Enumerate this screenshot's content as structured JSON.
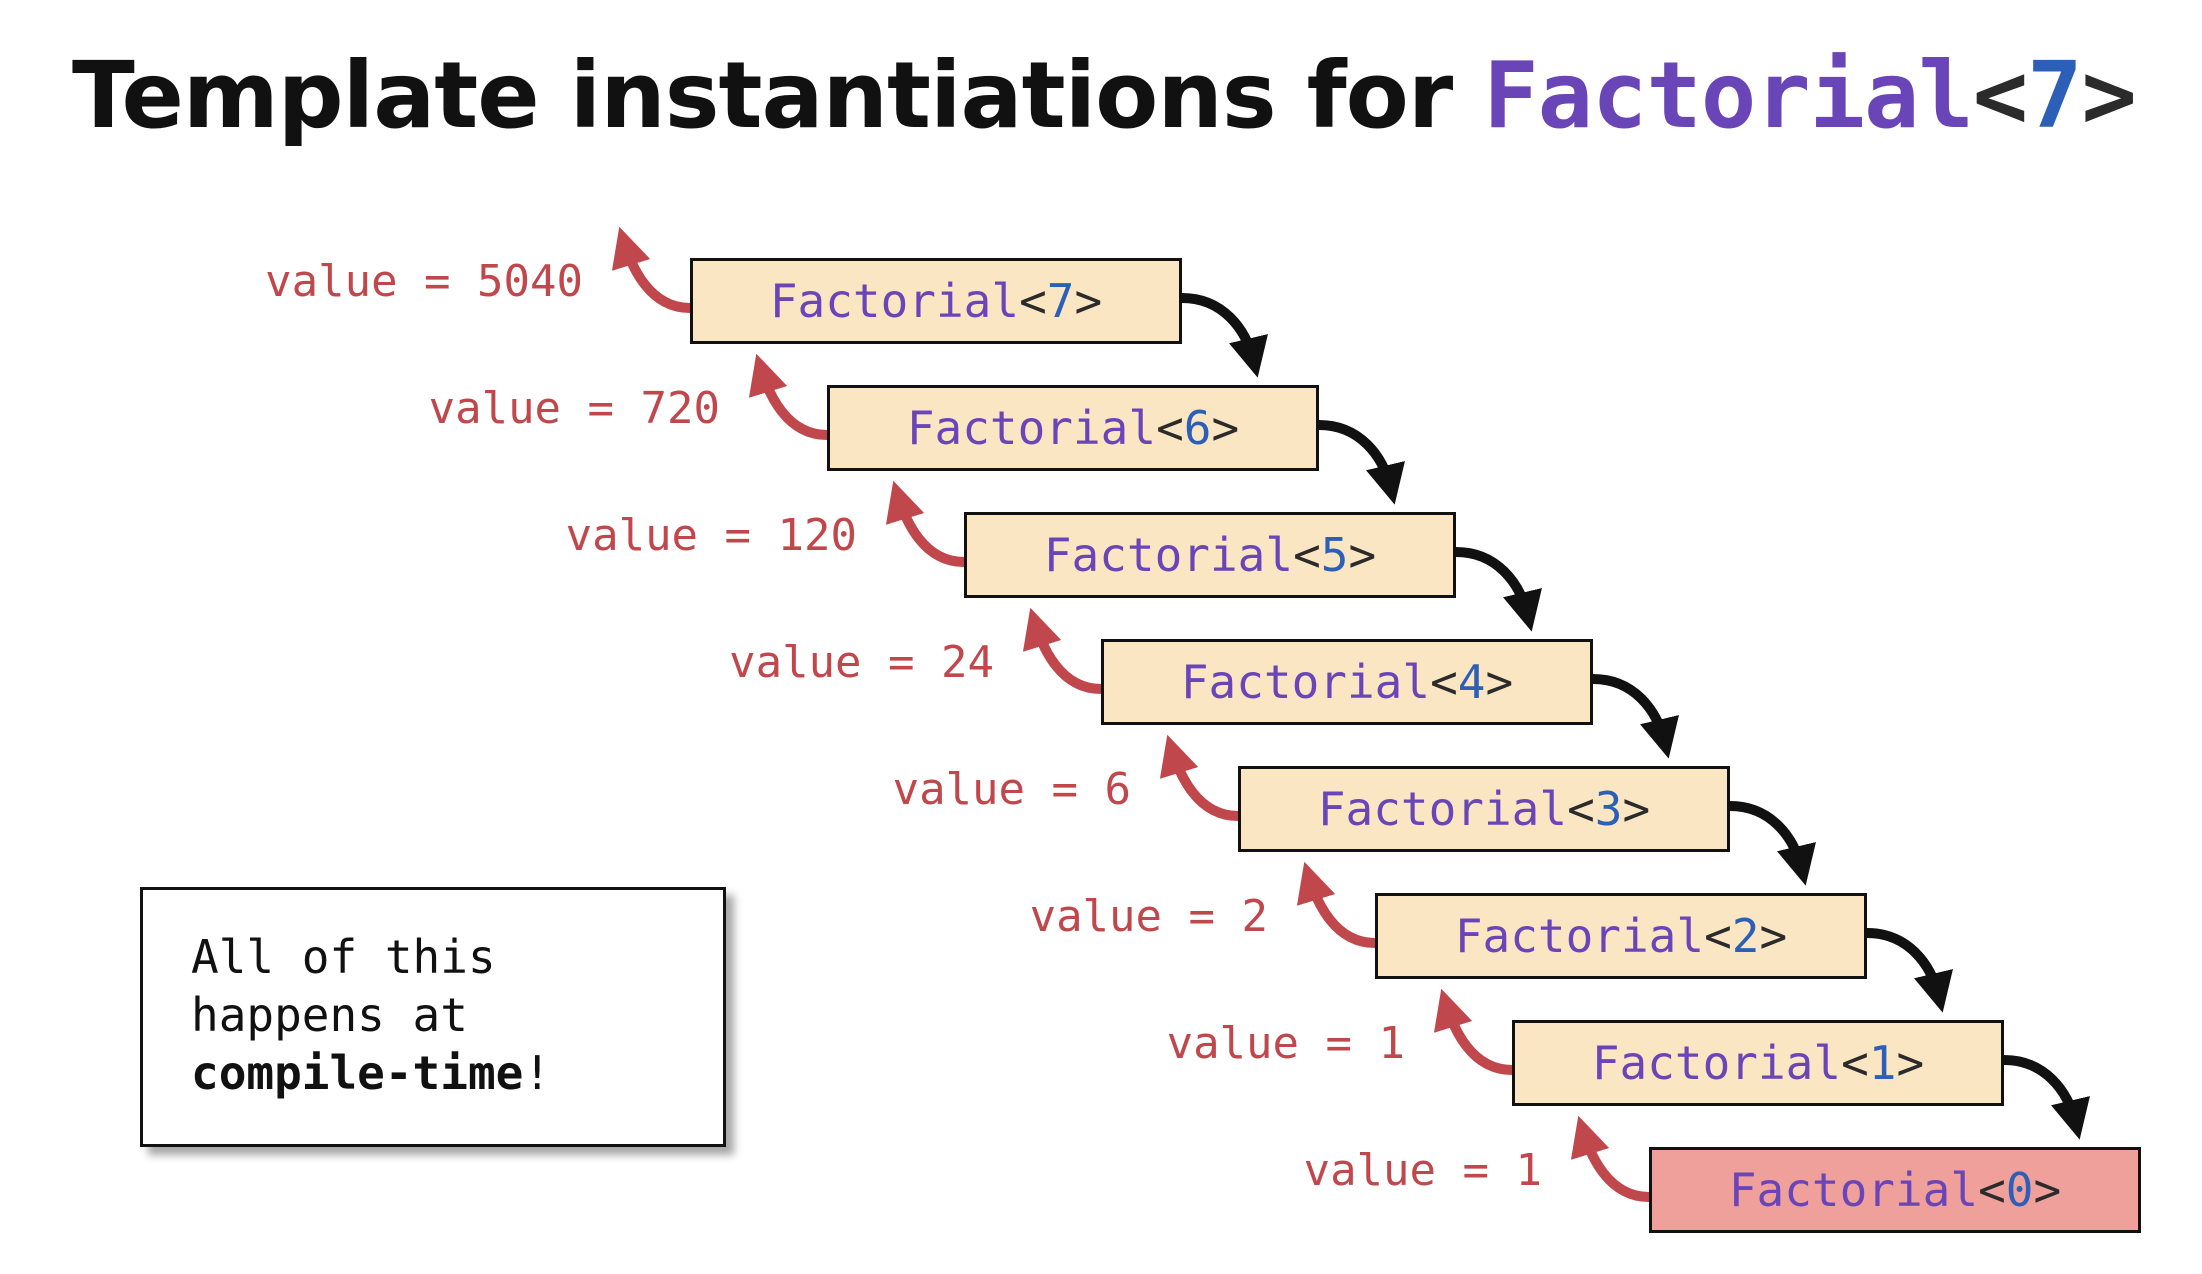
{
  "title": {
    "prefix": "Template instantiations for ",
    "name": "Factorial",
    "open": "<",
    "arg": "7",
    "close": ">"
  },
  "instantiations": [
    {
      "name": "Factorial",
      "arg": "7",
      "value": "value = 5040"
    },
    {
      "name": "Factorial",
      "arg": "6",
      "value": "value = 720"
    },
    {
      "name": "Factorial",
      "arg": "5",
      "value": "value = 120"
    },
    {
      "name": "Factorial",
      "arg": "4",
      "value": "value = 24"
    },
    {
      "name": "Factorial",
      "arg": "3",
      "value": "value = 6"
    },
    {
      "name": "Factorial",
      "arg": "2",
      "value": "value = 2"
    },
    {
      "name": "Factorial",
      "arg": "1",
      "value": "value = 1"
    },
    {
      "name": "Factorial",
      "arg": "0",
      "value": "value = 1"
    }
  ],
  "note": {
    "line1": "All of this",
    "line2": "happens at",
    "line3_bold": "compile-time",
    "line3_rest": "!"
  },
  "colors": {
    "box_fill": "#fbe6c4",
    "base_box_fill": "#f0a09b",
    "return_arrow": "#c0474c",
    "call_arrow": "#111111",
    "template_name": "#6a45b8",
    "template_arg": "#2c5fb8"
  }
}
